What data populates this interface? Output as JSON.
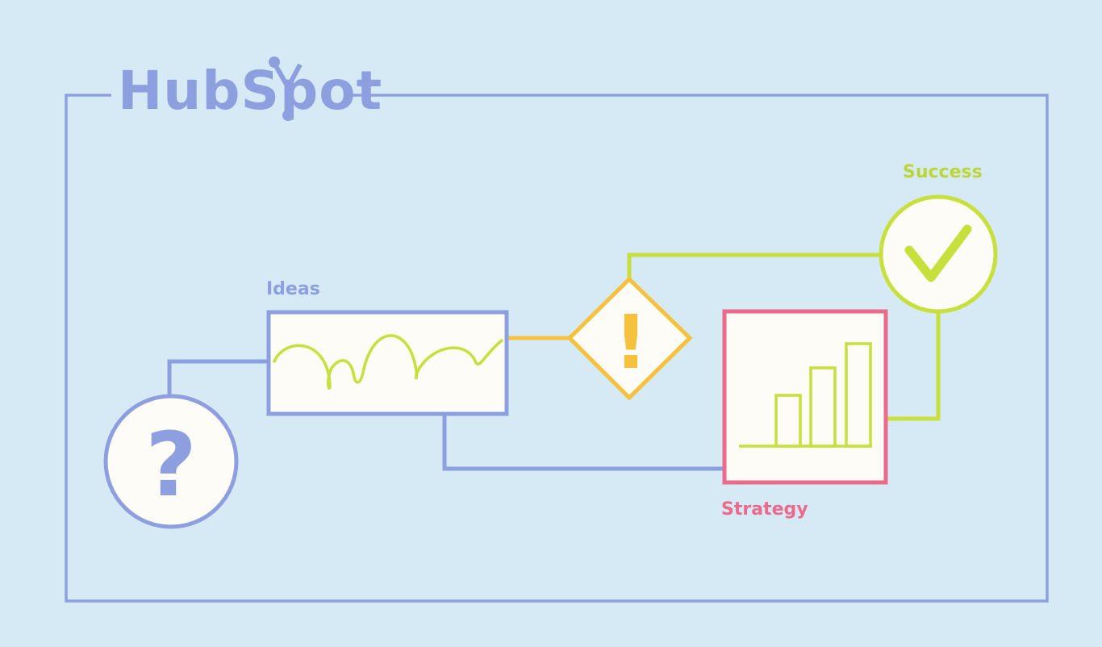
{
  "brand": {
    "logo_text": "HubSpot"
  },
  "labels": {
    "ideas": "Ideas",
    "strategy": "Strategy",
    "success": "Success"
  },
  "symbols": {
    "question": "?",
    "exclamation": "!"
  },
  "colors": {
    "background": "#d6eaf6",
    "frame": "#8e9fe0",
    "ideas": "#8e9fe0",
    "squiggle": "#c8e03c",
    "warning": "#f6c13c",
    "strategy": "#ec6a8c",
    "success": "#bcd63a",
    "node_fill": "#fdfcf7"
  },
  "icons": {
    "start": "question-mark-icon",
    "decision": "exclamation-icon",
    "strategy": "bar-chart-icon",
    "success": "checkmark-icon"
  }
}
